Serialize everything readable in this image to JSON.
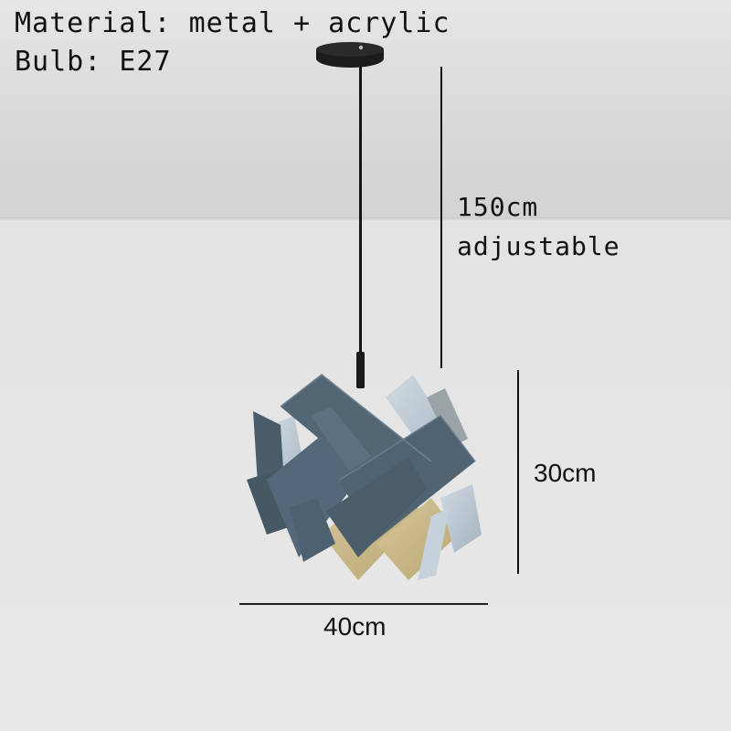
{
  "specs": {
    "material": "Material: metal + acrylic",
    "bulb": "Bulb: E27"
  },
  "dimensions": {
    "cord_length": "150cm",
    "cord_note": "adjustable",
    "height": "30cm",
    "width": "40cm"
  },
  "colors": {
    "shade_panel": "#4f6270",
    "shade_panel_dark": "#3f505c",
    "shade_panel_light": "#b9c6d0",
    "shade_inner_warm": "#c9b98a",
    "cord": "#151515",
    "background_wall": "#e2e2e2",
    "ceiling": "#d4d4d6"
  },
  "icons": {
    "pendant_lamp": "pendant-lamp-illustration",
    "canopy": "ceiling-canopy"
  }
}
